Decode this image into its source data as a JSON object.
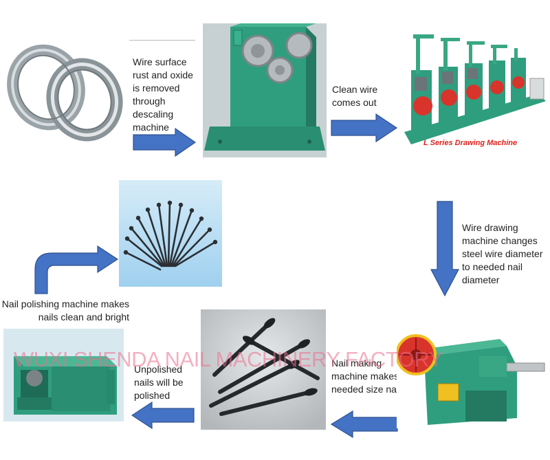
{
  "steps": {
    "descaling": "Wire surface rust and oxide is removed through descaling machine",
    "clean_wire": "Clean wire comes out",
    "drawing": "Wire drawing machine changes steel wire diameter to needed nail diameter",
    "nail_making": "Nail making machine makes needed size nail",
    "unpolished": "Unpolished nails will be polished",
    "polishing": "Nail polishing machine makes nails clean and bright"
  },
  "images": {
    "drawing_machine_label": "L Series Drawing Machine"
  },
  "watermark": "WUXI SHENDA NAIL MACHINERY FACTORY",
  "colors": {
    "arrow": "#4472c4",
    "machine_green": "#2f9e7e",
    "machine_red": "#d9342b",
    "label_red": "#e0201b"
  }
}
